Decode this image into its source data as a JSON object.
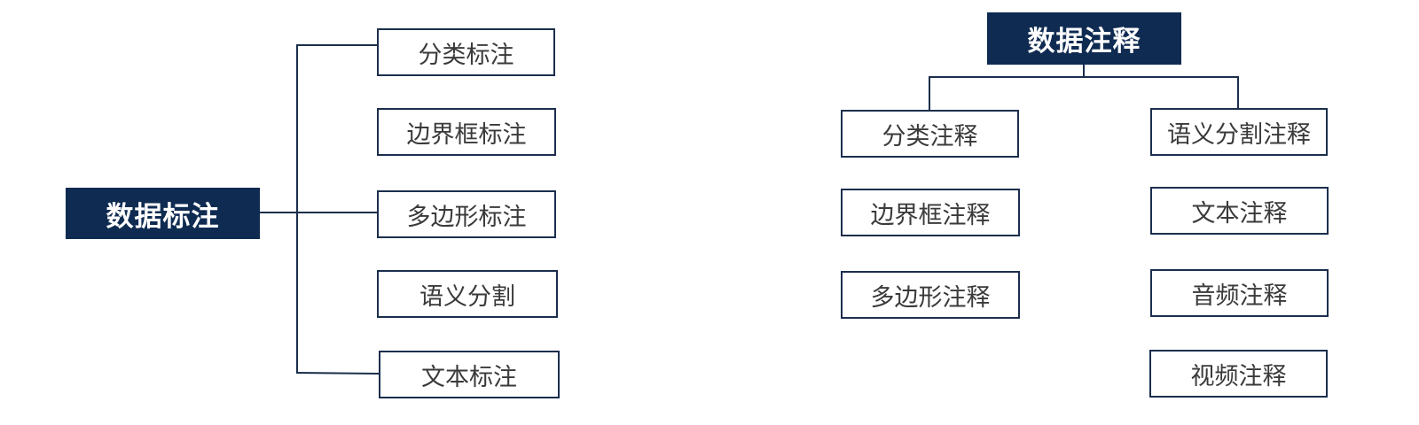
{
  "colors": {
    "root_fill": "#0f2b52",
    "line": "#1b2e4d",
    "leaf_border": "#1b2e4d",
    "leaf_text": "#3a3a3a"
  },
  "left_tree": {
    "root": "数据标注",
    "children": [
      "分类标注",
      "边界框标注",
      "多边形标注",
      "语义分割",
      "文本标注"
    ]
  },
  "right_tree": {
    "root": "数据注释",
    "left_column": [
      "分类注释",
      "边界框注释",
      "多边形注释"
    ],
    "right_column": [
      "语义分割注释",
      "文本注释",
      "音频注释",
      "视频注释"
    ]
  }
}
